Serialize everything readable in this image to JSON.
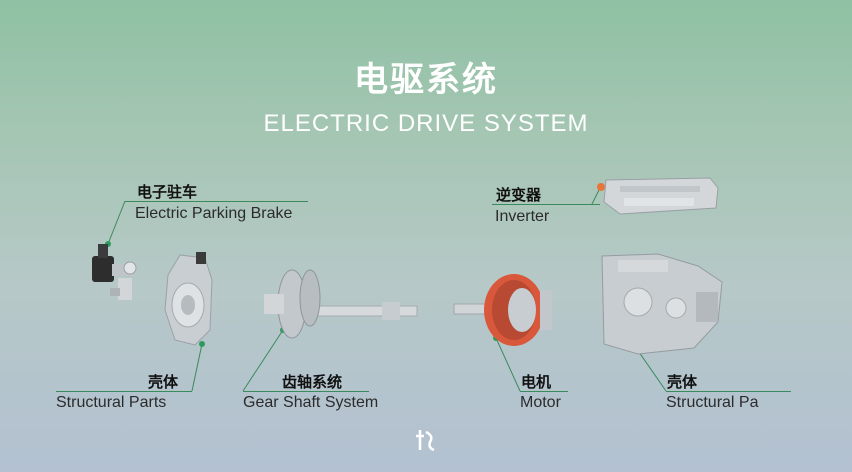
{
  "title_cn": "电驱系统",
  "title_en": "ELECTRIC DRIVE SYSTEM",
  "labels": {
    "parking_brake": {
      "cn": "电子驻车",
      "en": "Electric Parking Brake"
    },
    "inverter": {
      "cn": "逆变器",
      "en": "Inverter"
    },
    "structural_left": {
      "cn": "壳体",
      "en": "Structural Parts"
    },
    "gear_shaft": {
      "cn": "齿轴系统",
      "en": "Gear Shaft System"
    },
    "motor": {
      "cn": "电机",
      "en": "Motor"
    },
    "structural_right": {
      "cn": "壳体",
      "en": "Structural Pa"
    }
  },
  "colors": {
    "accent_line": "#3a8a5c",
    "marker_green": "#2f9a5e",
    "marker_orange": "#e8743a",
    "motor_copper": "#d9583b"
  },
  "icons": {
    "bottom_logo": "brand-logo-icon"
  }
}
